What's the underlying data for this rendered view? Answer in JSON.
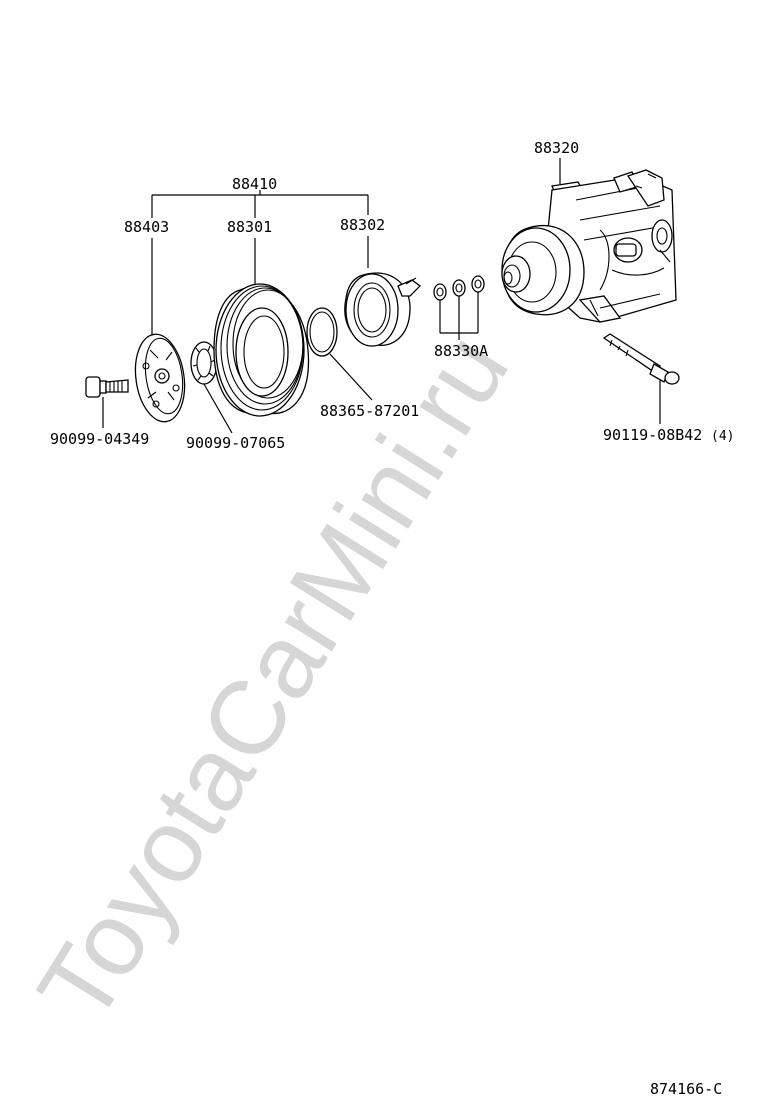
{
  "diagram": {
    "watermark": "ToyotaCarMini.ru",
    "ref_code": "874166-C",
    "labels": {
      "assembly": "88410",
      "pressure_plate": "88403",
      "pulley": "88301",
      "field_coil": "88302",
      "compressor": "88320",
      "shims": "88330A",
      "snap_ring": "88365-87201",
      "bolt_front": "90099-04349",
      "washer": "90099-07065",
      "mount_bolt": "90119-08B42",
      "mount_bolt_qty": "(4)"
    }
  }
}
